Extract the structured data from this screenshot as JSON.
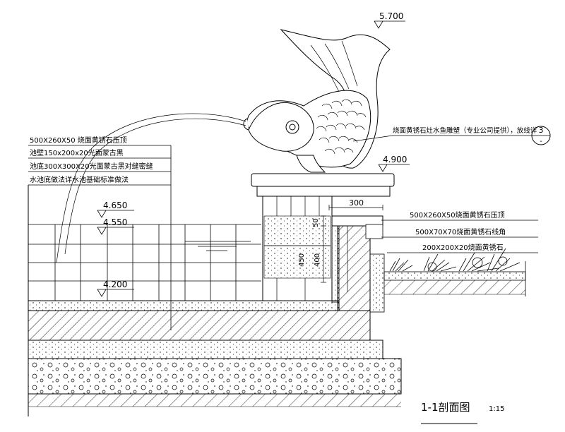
{
  "elevations": {
    "top_of_sculpture": "5.700",
    "top_of_pier": "4.900",
    "wall_top": "4.650",
    "water_level": "4.550",
    "pool_bottom": "4.200"
  },
  "left_notes": [
    "500X260X50 烧面黄锈石压顶",
    "池壁150x200x20光面蒙古黑",
    "池底300X300X20光面蒙古黑对缝密缝",
    "水池底做法详水池基础标准做法"
  ],
  "right_notes": {
    "sculpture": "烧面黄锈石灶水鱼雕塑（专业公司提供），放线详",
    "coping": "500X260X50烧面黄锈石压顶",
    "edge": "500X70X70烧面黄锈石线角",
    "paving": "200X200X20烧面黄锈石"
  },
  "detail_callout": {
    "number": "3",
    "sheet": "-"
  },
  "dimensions": {
    "width": "300",
    "small": "50",
    "height1": "450",
    "height2": "400"
  },
  "title": {
    "text": "1-1剖面图",
    "scale": "1:15"
  }
}
